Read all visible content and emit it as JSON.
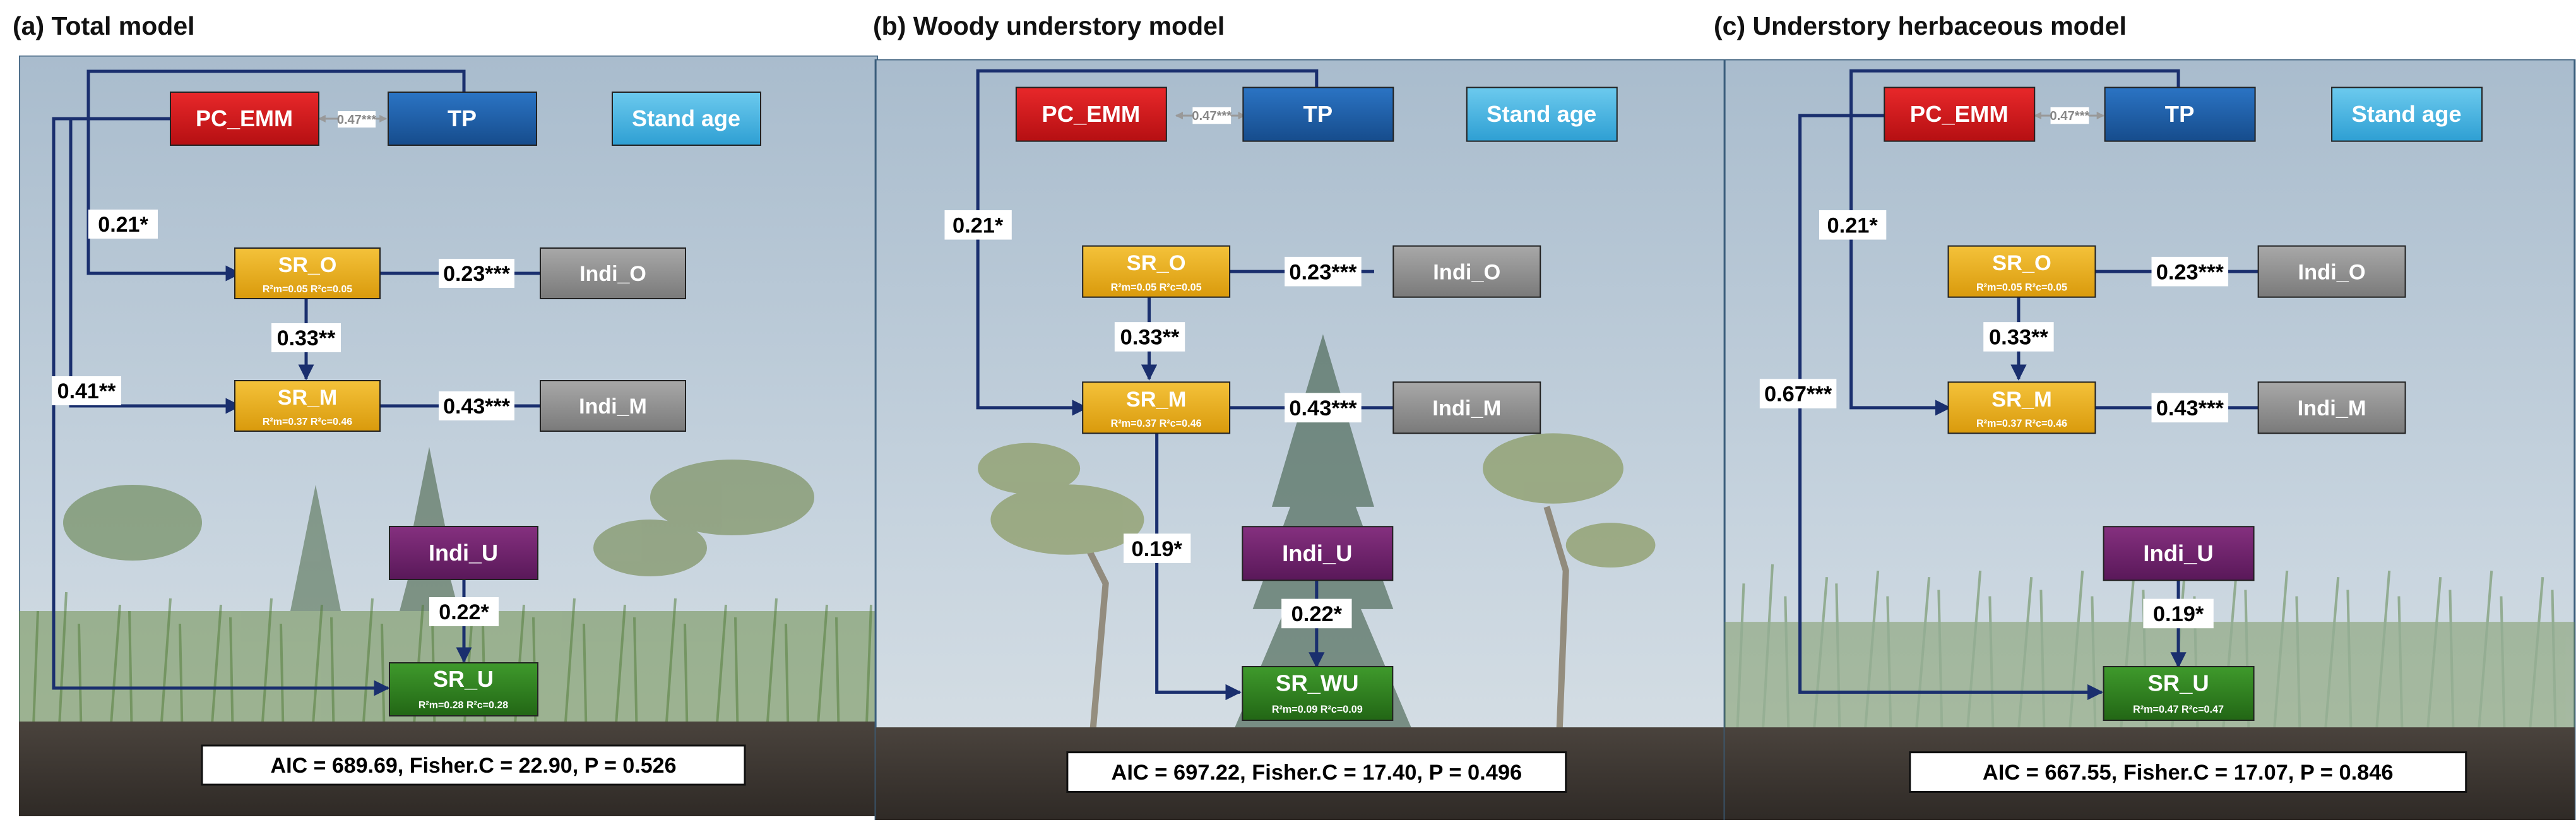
{
  "panels": [
    {
      "id": "a",
      "title": "(a) Total model",
      "left": "PC_EMM",
      "right": "TP",
      "corr": "0.47***",
      "age": "Stand age",
      "sro": "SR_O",
      "srm": "SR_M",
      "indio": "Indi_O",
      "indim": "Indi_M",
      "indiu": "Indi_U",
      "target": "SR_U",
      "sro_r2": "R²m=0.05   R²c=0.05",
      "srm_r2": "R²m=0.37   R²c=0.46",
      "target_r2": "R²m=0.28   R²c=0.28",
      "p_pc_sro": "0.21*",
      "p_indio": "0.23***",
      "p_sro_srm": "0.33**",
      "p_indim": "0.43***",
      "p_pc_target": "0.41**",
      "p_indiu": "0.22*",
      "stats": "AIC = 689.69, Fisher.C = 22.90, P = 0.526"
    },
    {
      "id": "b",
      "title": "(b) Woody understory model",
      "left": "PC_EMM",
      "right": "TP",
      "corr": "0.47***",
      "age": "Stand age",
      "sro": "SR_O",
      "srm": "SR_M",
      "indio": "Indi_O",
      "indim": "Indi_M",
      "indiu": "Indi_U",
      "target": "SR_WU",
      "sro_r2": "R²m=0.05   R²c=0.05",
      "srm_r2": "R²m=0.37   R²c=0.46",
      "target_r2": "R²m=0.09   R²c=0.09",
      "p_pc_sro": "0.21*",
      "p_indio": "0.23***",
      "p_sro_srm": "0.33**",
      "p_indim": "0.43***",
      "p_srm_target": "0.19*",
      "p_indiu": "0.22*",
      "stats": "AIC = 697.22, Fisher.C = 17.40, P = 0.496"
    },
    {
      "id": "c",
      "title": "(c) Understory herbaceous model",
      "left": "PC_EMM",
      "right": "TP",
      "corr": "0.47***",
      "age": "Stand age",
      "sro": "SR_O",
      "srm": "SR_M",
      "indio": "Indi_O",
      "indim": "Indi_M",
      "indiu": "Indi_U",
      "target": "SR_U",
      "sro_r2": "R²m=0.05   R²c=0.05",
      "srm_r2": "R²m=0.37   R²c=0.46",
      "target_r2": "R²m=0.47   R²c=0.47",
      "p_pc_sro": "0.21*",
      "p_indio": "0.23***",
      "p_sro_srm": "0.33**",
      "p_indim": "0.43***",
      "p_pc_target": "0.67***",
      "p_indiu": "0.19*",
      "stats": "AIC = 667.55, Fisher.C = 17.07, P = 0.846"
    }
  ],
  "colors": {
    "red": "#d7191c",
    "blue": "#1f5ea8",
    "lightblue": "#4bb4df",
    "gold": "#e6a817",
    "grey": "#8c8c8c",
    "purple": "#6b1f6e",
    "green": "#2e7d1f",
    "arrow": "#1a2f6e"
  }
}
